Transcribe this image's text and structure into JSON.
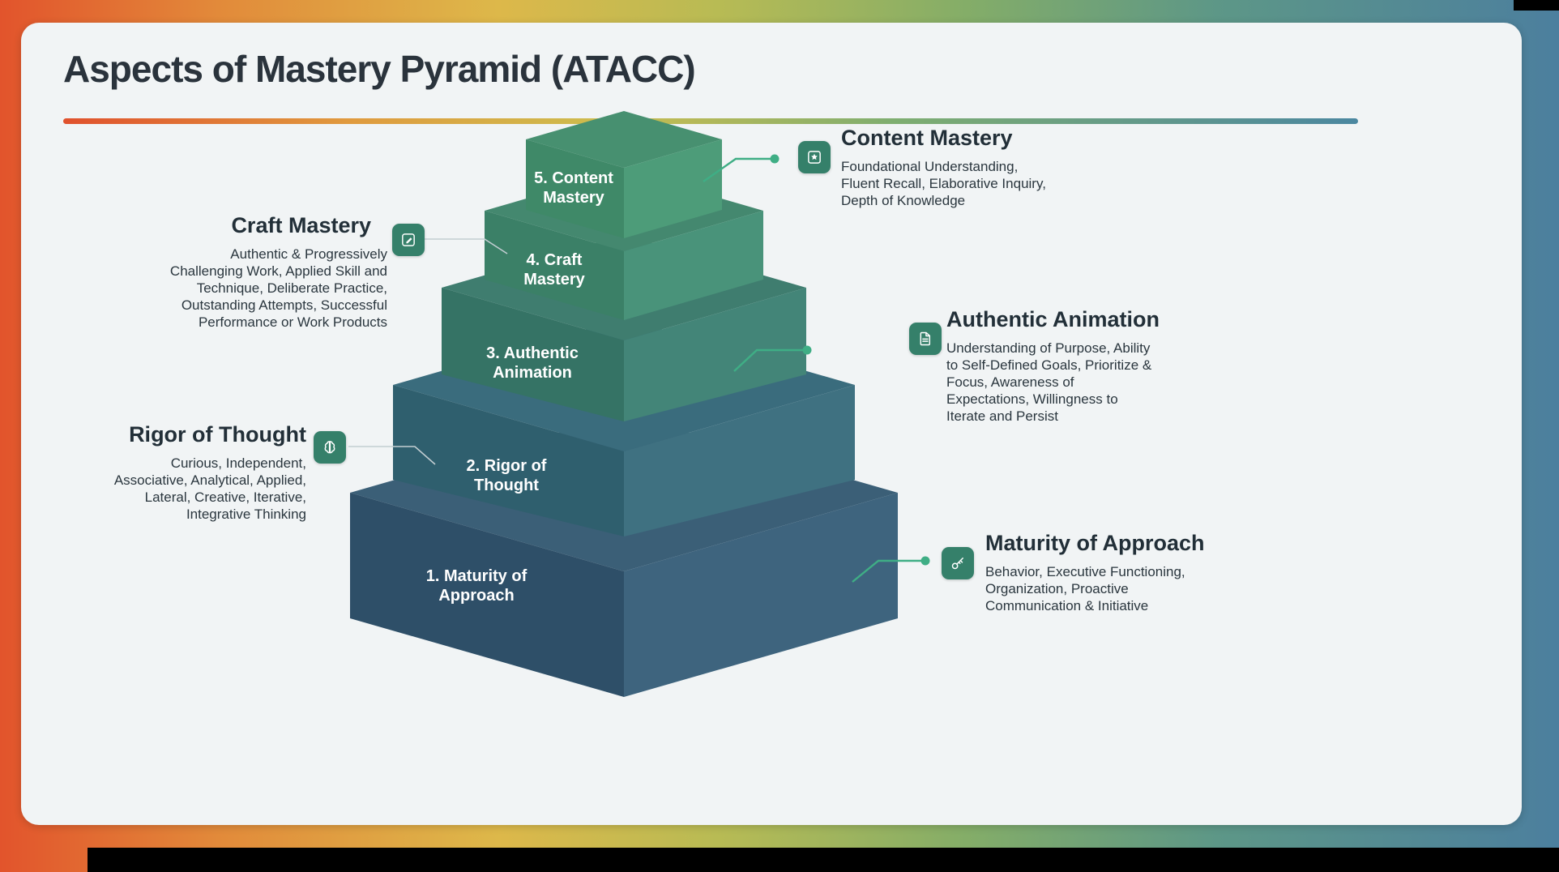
{
  "slide": {
    "title": "Aspects of Mastery Pyramid (ATACC)"
  },
  "pyramid": {
    "tiers": [
      {
        "label": "1. Maturity of\nApproach",
        "left": "#2e4f68",
        "right": "#3e647e",
        "top": "#3b5f77"
      },
      {
        "label": "2. Rigor of\nThought",
        "left": "#2f5f6e",
        "right": "#3f7181",
        "top": "#3a6c7d"
      },
      {
        "label": "3. Authentic\nAnimation",
        "left": "#357365",
        "right": "#438578",
        "top": "#3f7d6f"
      },
      {
        "label": "4. Craft\nMastery",
        "left": "#3b8067",
        "right": "#49937a",
        "top": "#44886f"
      },
      {
        "label": "5. Content\nMastery",
        "left": "#3f8968",
        "right": "#4d9c79",
        "top": "#479070"
      }
    ]
  },
  "callouts": [
    {
      "title": "Content Mastery",
      "description": "Foundational Understanding,\nFluent Recall, Elaborative Inquiry,\nDepth of Knowledge",
      "icon": "badge-star-icon"
    },
    {
      "title": "Craft Mastery",
      "description": "Authentic & Progressively\nChallenging Work, Applied Skill and\nTechnique, Deliberate Practice,\nOutstanding Attempts, Successful\nPerformance or Work Products",
      "icon": "pencil-square-icon"
    },
    {
      "title": "Authentic Animation",
      "description": "Understanding of Purpose, Ability\nto Self-Defined Goals, Prioritize &\nFocus, Awareness of\nExpectations, Willingness to\nIterate and Persist",
      "icon": "document-icon"
    },
    {
      "title": "Rigor of Thought",
      "description": "Curious, Independent,\nAssociative, Analytical, Applied,\nLateral, Creative, Iterative,\nIntegrative Thinking",
      "icon": "brain-icon"
    },
    {
      "title": "Maturity of Approach",
      "description": "Behavior, Executive Functioning,\nOrganization, Proactive\nCommunication & Initiative",
      "icon": "key-icon"
    }
  ],
  "colors": {
    "accent_line": "#3fae85",
    "connector_gray": "#c3ced2",
    "icon_bg": "#35806a",
    "card_bg": "#f1f4f5"
  }
}
